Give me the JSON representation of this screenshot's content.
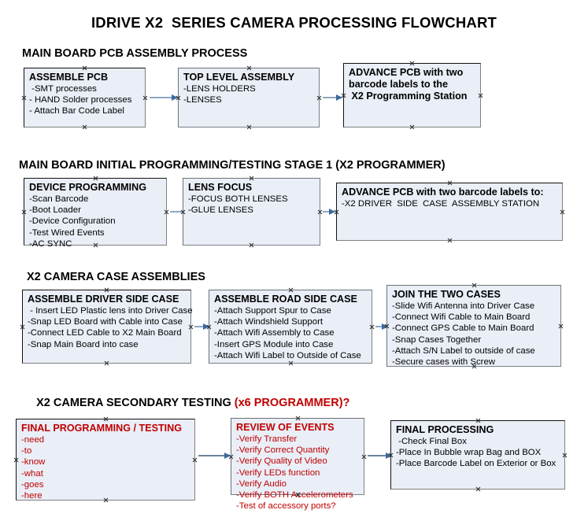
{
  "document": {
    "title": "IDRIVE X2  SERIES CAMERA PROCESSING FLOWCHART"
  },
  "sections": [
    {
      "id": "main-board-pcb-assembly",
      "heading": "MAIN BOARD PCB ASSEMBLY PROCESS",
      "heading_red": "",
      "heading_tail": ""
    },
    {
      "id": "main-board-initial-programming",
      "heading": "MAIN BOARD INITIAL PROGRAMMING/TESTING STAGE 1 (X2 PROGRAMMER)",
      "heading_red": "",
      "heading_tail": ""
    },
    {
      "id": "x2-camera-case-assemblies",
      "heading": "X2 CAMERA CASE ASSEMBLIES",
      "heading_red": "",
      "heading_tail": ""
    },
    {
      "id": "x2-camera-secondary-testing",
      "heading": "X2 CAMERA SECONDARY TESTING ",
      "heading_red": "(x6 PROGRAMMER)?",
      "heading_tail": ""
    }
  ],
  "nodes": {
    "assemble_pcb": {
      "title": "ASSEMBLE PCB",
      "lines": [
        " -SMT processes",
        "- HAND Solder processes",
        "- Attach Bar Code Label"
      ]
    },
    "top_level_assembly": {
      "title": "TOP LEVEL ASSEMBLY",
      "lines": [
        "-LENS HOLDERS",
        "-LENSES"
      ]
    },
    "advance_pcb_station": {
      "title": "ADVANCE PCB with two",
      "lines": [
        "barcode labels to the",
        " X2 Programming Station"
      ]
    },
    "device_programming": {
      "title": "DEVICE PROGRAMMING",
      "lines": [
        "-Scan Barcode",
        "-Boot Loader",
        "-Device Configuration",
        "-Test Wired Events",
        "-AC SYNC"
      ]
    },
    "lens_focus": {
      "title": "LENS FOCUS",
      "lines": [
        "-FOCUS BOTH LENSES",
        "-GLUE LENSES"
      ]
    },
    "advance_pcb_driver_case": {
      "title": "ADVANCE PCB with two barcode labels to:",
      "lines": [
        "-X2 DRIVER  SIDE  CASE  ASSEMBLY STATION"
      ]
    },
    "assemble_driver_side_case": {
      "title": "ASSEMBLE DRIVER SIDE CASE",
      "lines": [
        " - Insert LED Plastic lens into Driver Case",
        "-Snap LED Board with Cable into Case",
        "-Connect LED Cable to X2 Main Board",
        "-Snap Main Board into case"
      ]
    },
    "assemble_road_side_case": {
      "title": "ASSEMBLE ROAD SIDE CASE",
      "lines": [
        "-Attach Support Spur to Case",
        "-Attach Windshield Support",
        "-Attach Wifi Assembly to Case",
        "-Insert GPS Module into Case",
        "-Attach Wifi Label to Outside of Case"
      ]
    },
    "join_the_two_cases": {
      "title": "JOIN THE TWO CASES",
      "lines": [
        "-Slide Wifi Antenna into Driver Case",
        "-Connect Wifi Cable to Main Board",
        "-Connect GPS Cable to Main Board",
        "-Snap Cases Together",
        "-Attach S/N Label to outside of case",
        "-Secure cases with Screw"
      ]
    },
    "final_programming_testing": {
      "title": "FINAL PROGRAMMING / TESTING",
      "lines": [
        "-need",
        "-to",
        "-know",
        "-what",
        "-goes",
        "-here"
      ]
    },
    "review_of_events": {
      "title": "REVIEW OF EVENTS",
      "lines": [
        "-Verify Transfer",
        "-Verify Correct Quantity",
        "-Verify Quality of Video",
        "-Verify LEDs function",
        "-Verify Audio",
        "-Verify BOTH Accelerometers",
        "-Test of accessory ports?"
      ]
    },
    "final_processing": {
      "title": "FINAL PROCESSING",
      "lines": [
        " -Check Final Box",
        "-Place In Bubble wrap Bag and BOX",
        "-Place Barcode Label on Exterior or Box"
      ]
    }
  },
  "colors": {
    "node_fill": "#e9eef7",
    "node_border": "#111111",
    "node_border_shadow": "#808080",
    "connector": "#8fa8c4",
    "arrow": "#3b6aa0",
    "red_text": "#c00000",
    "page_background": "#ffffff"
  }
}
